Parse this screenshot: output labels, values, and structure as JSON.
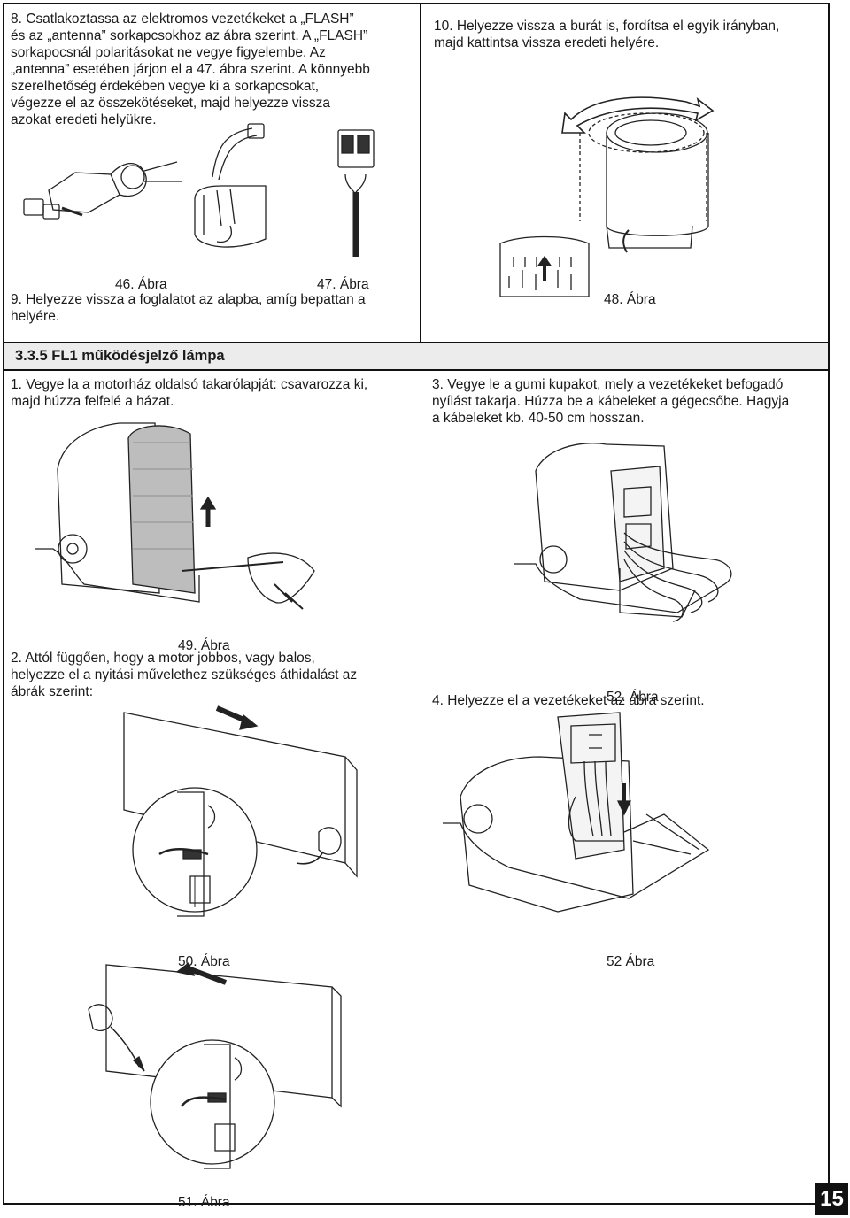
{
  "step8": "8. Csatlakoztassa az elektromos vezetékeket a „FLASH”\nés az „antenna” sorkapcsokhoz az ábra szerint. A „FLASH”\nsorkapocsnál polaritásokat ne vegye figyelembe. Az\n„antenna” esetében járjon el a 47. ábra szerint. A könnyebb\nszerelhetőség érdekében vegye ki a sorkapcsokat,\nvégezze el az összekötéseket, majd helyezze vissza\nazokat eredeti helyükre.",
  "step10": "10. Helyezze vissza a burát is, fordítsa el egyik irányban,\nmajd kattintsa vissza eredeti helyére.",
  "cap46": "46. Ábra",
  "cap47": "47. Ábra",
  "cap48": "48. Ábra",
  "step9": "9. Helyezze vissza a foglalatot az alapba, amíg bepattan a\nhelyére.",
  "section_heading": "3.3.5 FL1 működésjelző lámpa",
  "step1": "1. Vegye la a motorház oldalsó takarólapját: csavarozza ki,\nmajd húzza felfelé a házat.",
  "step3": "3. Vegye le a gumi kupakot, mely a vezetékeket befogadó\nnyílást takarja. Húzza be a kábeleket a gégecsőbe. Hagyja\na kábeleket kb. 40-50 cm hosszan.",
  "cap49": "49. Ábra",
  "step2": "2. Attól függően, hogy a motor jobbos, vagy balos,\nhelyezze el a nyitási művelethez szükséges áthidalást az\nábrák szerint:",
  "cap52a": "52. Ábra",
  "step4": "4. Helyezze el a vezetékeket az ábra szerint.",
  "cap50": "50. Ábra",
  "cap52b": "52 Ábra",
  "cap51": "51. Ábra",
  "page_number": "15"
}
